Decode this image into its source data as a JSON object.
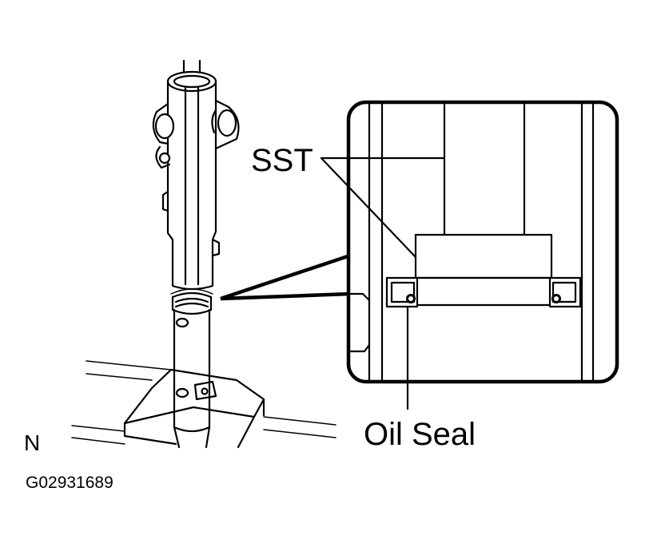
{
  "labels": {
    "sst": "SST",
    "oil_seal": "Oil Seal",
    "corner_letter": "N",
    "figure_code": "G02931689"
  }
}
